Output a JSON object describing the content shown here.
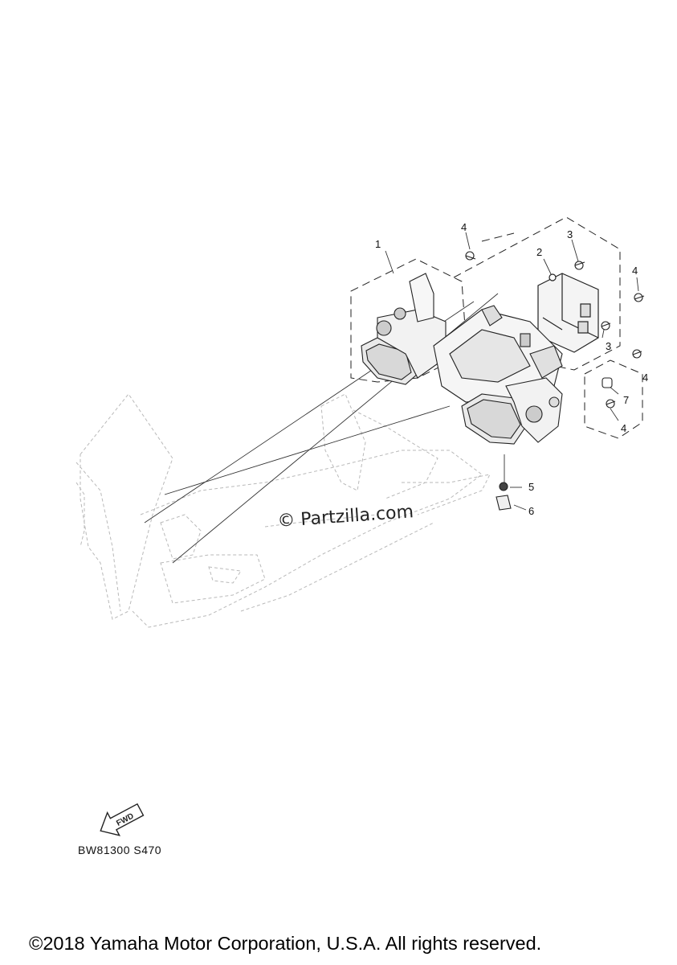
{
  "callouts": [
    {
      "id": "1",
      "label": "1"
    },
    {
      "id": "2",
      "label": "2"
    },
    {
      "id": "3a",
      "label": "3"
    },
    {
      "id": "3b",
      "label": "3"
    },
    {
      "id": "4a",
      "label": "4"
    },
    {
      "id": "4b",
      "label": "4"
    },
    {
      "id": "4c",
      "label": "4"
    },
    {
      "id": "4d",
      "label": "4"
    },
    {
      "id": "5",
      "label": "5"
    },
    {
      "id": "6",
      "label": "6"
    },
    {
      "id": "7",
      "label": "7"
    }
  ],
  "watermark": "© Partzilla.com",
  "fwd_label": "FWD",
  "diagram_code": "BW81300 S470",
  "copyright": "©2018 Yamaha Motor Corporation, U.S.A. All rights reserved."
}
